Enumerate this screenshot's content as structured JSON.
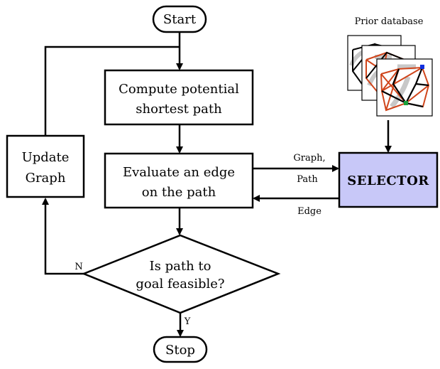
{
  "nodes": {
    "start": "Start",
    "compute_line1": "Compute potential",
    "compute_line2": "shortest path",
    "evaluate_line1": "Evaluate an edge",
    "evaluate_line2": "on the path",
    "update_line1": "Update",
    "update_line2": "Graph",
    "decision_line1": "Is path to",
    "decision_line2": "goal feasible?",
    "stop": "Stop",
    "selector": "SELECTOR",
    "prior_database": "Prior database"
  },
  "edge_labels": {
    "graph": "Graph,",
    "path": "Path",
    "edge": "Edge",
    "no": "N",
    "yes": "Y"
  },
  "colors": {
    "selector_fill": "#c8c8f8",
    "graph_edges_red": "#d0451b",
    "graph_edges_black": "#000000",
    "start_marker": "#1030e0",
    "goal_marker": "#1aa03a"
  }
}
